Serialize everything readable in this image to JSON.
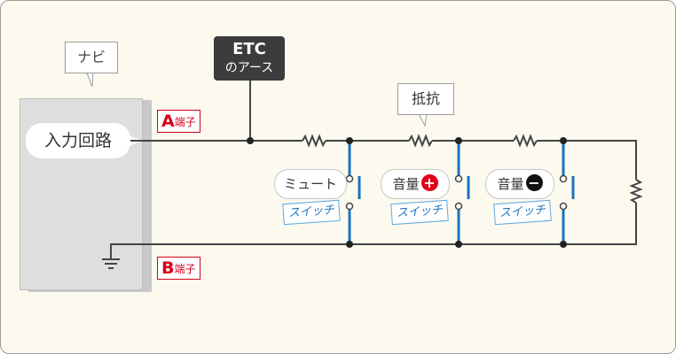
{
  "navi": {
    "label": "ナビ",
    "input_circuit": "入力回路"
  },
  "etc": {
    "line1": "ETC",
    "line2": "のアース"
  },
  "terminals": {
    "a": {
      "letter": "A",
      "suffix": "端子"
    },
    "b": {
      "letter": "B",
      "suffix": "端子"
    }
  },
  "resistor_label": "抵抗",
  "switches": [
    {
      "label": "ミュート",
      "symbol": "",
      "tag": "スイッチ"
    },
    {
      "label": "音量",
      "symbol": "+",
      "symbol_color": "#e0001b",
      "tag": "スイッチ"
    },
    {
      "label": "音量",
      "symbol": "−",
      "symbol_color": "#111111",
      "tag": "スイッチ"
    }
  ],
  "colors": {
    "wire": "#444444",
    "switch": "#1a73c0",
    "terminal": "#d4001a"
  }
}
